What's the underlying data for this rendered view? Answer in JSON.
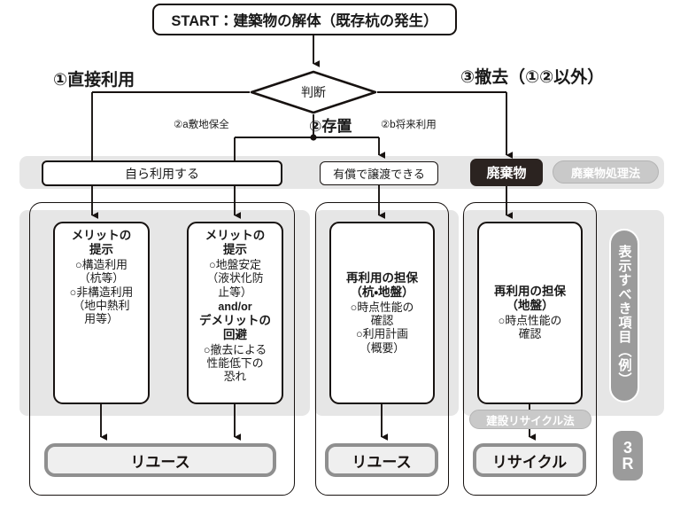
{
  "diagram": {
    "start": "START：建築物の解体（既存杭の発生）",
    "decision": "判断",
    "branches": {
      "left": "①直接利用",
      "center": "②存置",
      "right": "③撤去（①②以外）",
      "sub_a": "②a敷地保全",
      "sub_b": "②b将来利用"
    },
    "row2": {
      "self_use": "自ら利用する",
      "sell": "有償で譲渡できる",
      "waste": "廃棄物",
      "waste_law_pill": "廃棄物処理法"
    },
    "details": [
      {
        "title": "メリットの\n提示",
        "body": "○構造利用\n（杭等）\n○非構造利用\n（地中熱利\n用等）"
      },
      {
        "title": "メリットの\n提示",
        "body": "○地盤安定\n（液状化防\n止等）",
        "middle": "and/or",
        "title2": "デメリットの\n回避",
        "body2": "○撤去による\n性能低下の\n恐れ"
      },
      {
        "title": "再利用の担保\n（杭・地盤）",
        "body": "○時点性能の\n確認\n○利用計画\n（概要）"
      },
      {
        "title": "再利用の担保\n（地盤）",
        "body": "○時点性能の\n確認"
      }
    ],
    "recycle_law_pill": "建設リサイクル法",
    "results": {
      "reuse_left": "リユース",
      "reuse_center": "リユース",
      "recycle_right": "リサイクル"
    },
    "side_labels": {
      "display_items": "表示すべき項目（例）",
      "badge_line1": "3",
      "badge_line2": "R"
    },
    "colors": {
      "line": "#171210",
      "band": "#e6e6e6",
      "waste_fill": "#2b2320",
      "pill_gray": "#c9c9c9",
      "result_border": "#8f8f8f",
      "result_fill": "#efefef",
      "side_gray": "#9b9b9b"
    }
  }
}
